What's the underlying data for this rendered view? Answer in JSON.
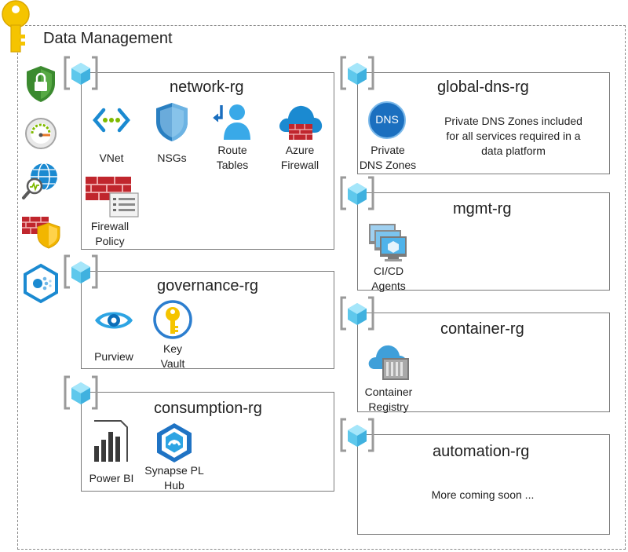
{
  "title": "Data Management",
  "network_rg": {
    "title": "network-rg",
    "items": [
      "VNet",
      "NSGs",
      "Route Tables",
      "Azure Firewall",
      "Firewall Policy"
    ]
  },
  "governance_rg": {
    "title": "governance-rg",
    "items": [
      "Purview",
      "Key Vault"
    ]
  },
  "consumption_rg": {
    "title": "consumption-rg",
    "items": [
      "Power BI",
      "Synapse PL Hub"
    ]
  },
  "global_dns_rg": {
    "title": "global-dns-rg",
    "items": [
      "Private DNS Zones"
    ],
    "note": "Private DNS Zones included for all services required in a data platform",
    "dns_icon_text": "DNS"
  },
  "mgmt_rg": {
    "title": "mgmt-rg",
    "items": [
      "CI/CD Agents"
    ]
  },
  "container_rg": {
    "title": "container-rg",
    "items": [
      "Container Registry"
    ]
  },
  "automation_rg": {
    "title": "automation-rg",
    "note": "More coming soon ..."
  },
  "sidebar_icons": [
    "policy-shield-icon",
    "monitor-gauge-icon",
    "network-watcher-icon",
    "ddos-firewall-icon",
    "event-hub-icon"
  ]
}
